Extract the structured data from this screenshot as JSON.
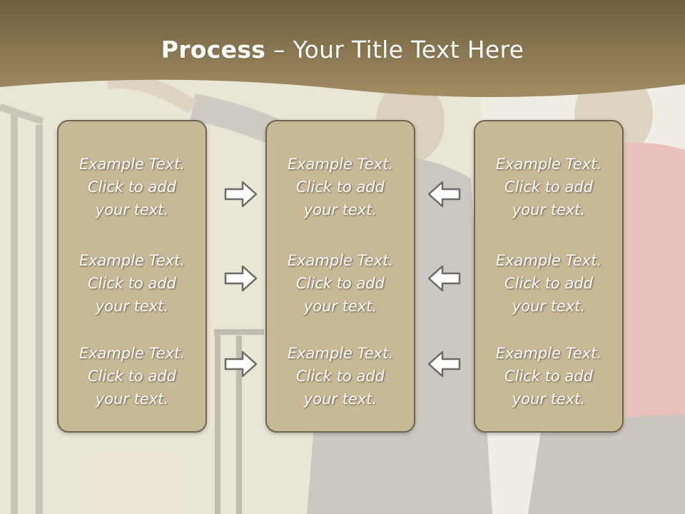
{
  "title": {
    "bold": "Process",
    "rest": " – Your Title Text Here"
  },
  "panels": [
    {
      "items": [
        "Example Text.\nClick  to add\nyour text.",
        "Example Text.\nClick  to add\nyour text.",
        "Example Text.\nClick  to add\nyour text."
      ]
    },
    {
      "items": [
        "Example Text.\nClick  to add\nyour text.",
        "Example Text.\nClick  to add\nyour text.",
        "Example Text.\nClick  to add\nyour text."
      ]
    },
    {
      "items": [
        "Example Text.\nClick  to add\nyour text.",
        "Example Text.\nClick  to add\nyour text.",
        "Example Text.\nClick  to add\nyour text."
      ]
    }
  ],
  "arrows": {
    "left_column": "right-arrow-icon",
    "right_column": "left-arrow-icon"
  },
  "colors": {
    "title_band": "#8a7650",
    "panel_fill": "#c8b996",
    "panel_border": "#6f6550"
  }
}
